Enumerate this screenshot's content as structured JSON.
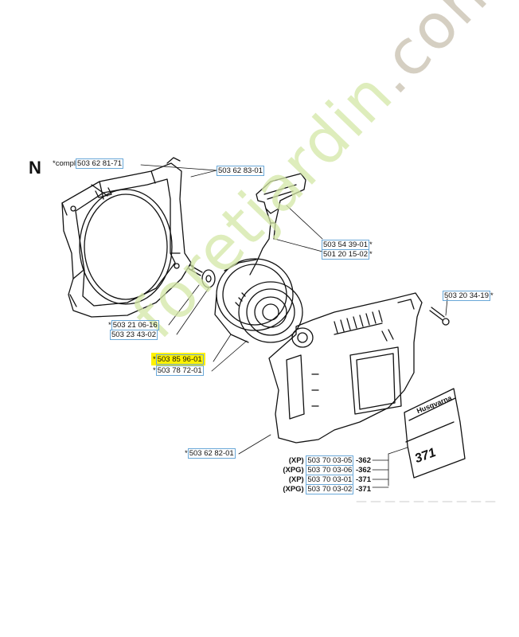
{
  "section": "N",
  "labels": {
    "compl_prefix": "*compl",
    "compl_pn": "503 62 81-71",
    "cover_pn": "503 62 83-01",
    "handle_pn": "503 54 39-01",
    "handle_suffix": "*",
    "rope_pn": "501 20 15-02",
    "rope_suffix": "*",
    "screw_right_pn": "503 20 34-19",
    "screw_right_suffix": "*",
    "screw_left_pn": "503 21 06-16",
    "screw_left_prefix": "*",
    "washer_pn": "503 23 43-02",
    "pulley_pn": "503 85 96-01",
    "pulley_prefix": "*",
    "spring_pn": "503 78 72-01",
    "spring_prefix": "*",
    "housing_pn": "503 62 82-01",
    "housing_prefix": "*"
  },
  "decals": [
    {
      "variant": "(XP)",
      "pn": "503 70 03-05",
      "model": "-362"
    },
    {
      "variant": "(XPG)",
      "pn": "503 70 03-06",
      "model": "-362"
    },
    {
      "variant": "(XP)",
      "pn": "503 70 03-01",
      "model": "-371"
    },
    {
      "variant": "(XPG)",
      "pn": "503 70 03-02",
      "model": "-371"
    }
  ],
  "decal_art": {
    "brand": "Husqvarna",
    "model_number": "371"
  },
  "watermark": {
    "main": "foretjardin",
    "suffix": ".com"
  },
  "colors": {
    "highlight": "#fff200",
    "pn_border": "#6aa8d8",
    "watermark_green": "#d4e7a6",
    "watermark_grey": "#c7bfae"
  }
}
